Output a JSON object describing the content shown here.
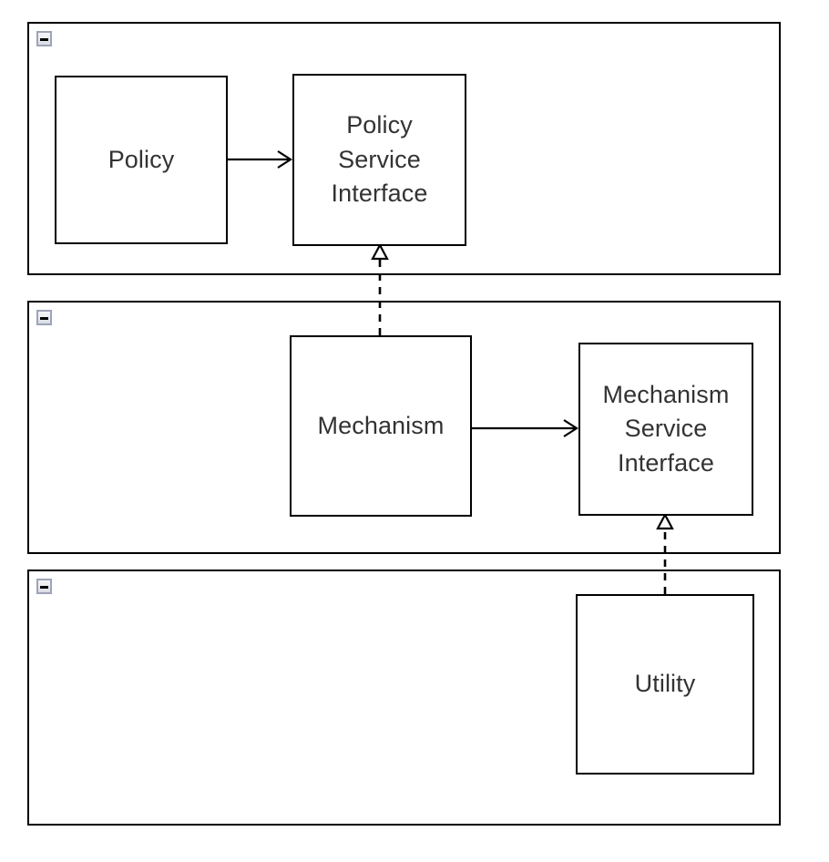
{
  "diagram": {
    "title": "Policy / Mechanism / Utility layered architecture",
    "background_color": "#ffffff",
    "line_color": "#000000",
    "text_color": "#333333",
    "icon_border_color": "#9ea3b8"
  },
  "packages": [
    {
      "id": "policy-layer",
      "label": "",
      "collapse_icon": "minus-icon",
      "collapse_state": "expanded"
    },
    {
      "id": "mechanism-layer",
      "label": "",
      "collapse_icon": "minus-icon",
      "collapse_state": "expanded"
    },
    {
      "id": "utility-layer",
      "label": "",
      "collapse_icon": "minus-icon",
      "collapse_state": "expanded"
    }
  ],
  "nodes": [
    {
      "id": "policy",
      "label": "Policy"
    },
    {
      "id": "policy-service-interface",
      "label": "Policy\nService\nInterface"
    },
    {
      "id": "mechanism",
      "label": "Mechanism"
    },
    {
      "id": "mechanism-service-interface",
      "label": "Mechanism\nService\nInterface"
    },
    {
      "id": "utility",
      "label": "Utility"
    }
  ],
  "connectors": [
    {
      "id": "policy-to-policy-service-interface",
      "from": "policy",
      "to": "policy-service-interface",
      "style": "solid",
      "arrow": "open-arrow",
      "relationship": "dependency"
    },
    {
      "id": "mechanism-realizes-policy-service-interface",
      "from": "mechanism",
      "to": "policy-service-interface",
      "style": "dashed",
      "arrow": "hollow-triangle",
      "relationship": "realization"
    },
    {
      "id": "mechanism-to-mechanism-service-interface",
      "from": "mechanism",
      "to": "mechanism-service-interface",
      "style": "solid",
      "arrow": "open-arrow",
      "relationship": "dependency"
    },
    {
      "id": "utility-realizes-mechanism-service-interface",
      "from": "utility",
      "to": "mechanism-service-interface",
      "style": "dashed",
      "arrow": "hollow-triangle",
      "relationship": "realization"
    }
  ]
}
